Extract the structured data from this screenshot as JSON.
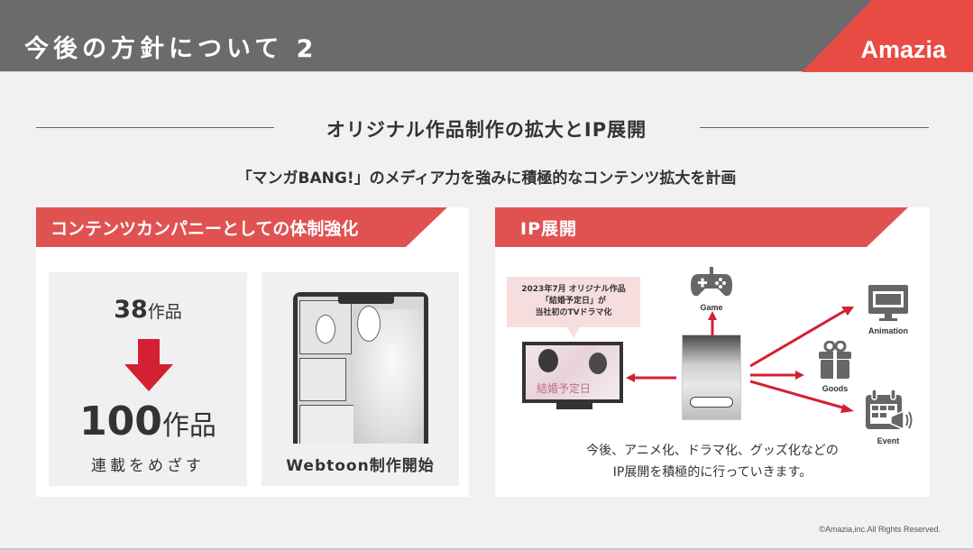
{
  "header": {
    "title": "今後の方針について 2",
    "brand": "Amazia"
  },
  "section": {
    "title": "オリジナル作品制作の拡大とIP展開",
    "subtitle": "「マンガBANG!」のメディア力を強みに積極的なコンテンツ拡大を計画"
  },
  "left_panel": {
    "ribbon": "コンテンツカンパニーとしての体制強化",
    "works_card": {
      "from_count": "38",
      "from_unit": "作品",
      "arrow_icon": "down-arrow-icon",
      "to_count": "100",
      "to_unit": "作品",
      "caption": "連載をめざす"
    },
    "webtoon_card": {
      "image": "webtoon-phone-illustration",
      "caption": "Webtoon制作開始"
    }
  },
  "right_panel": {
    "ribbon": "IP展開",
    "bubble": {
      "line1": "2023年7月 オリジナル作品",
      "line2": "「結婚予定日」が",
      "line3": "当社初のTVドラマ化"
    },
    "tv_title": "結婚予定日",
    "targets": [
      {
        "label": "Game",
        "icon": "gamepad-icon"
      },
      {
        "label": "Animation",
        "icon": "film-monitor-icon"
      },
      {
        "label": "Goods",
        "icon": "gift-icon"
      },
      {
        "label": "Event",
        "icon": "calendar-megaphone-icon"
      }
    ],
    "description": {
      "line1": "今後、アニメ化、ドラマ化、グッズ化などの",
      "line2": "IP展開を積極的に行っていきます。"
    }
  },
  "footer": {
    "copyright": "©Amazia,inc.All Rights Reserved."
  },
  "colors": {
    "header_gray": "#6b6b6b",
    "brand_red": "#e84a44",
    "ribbon_red": "#e05252",
    "arrow_red": "#d42032",
    "background": "#f1f1f1",
    "icon_gray": "#666666"
  }
}
